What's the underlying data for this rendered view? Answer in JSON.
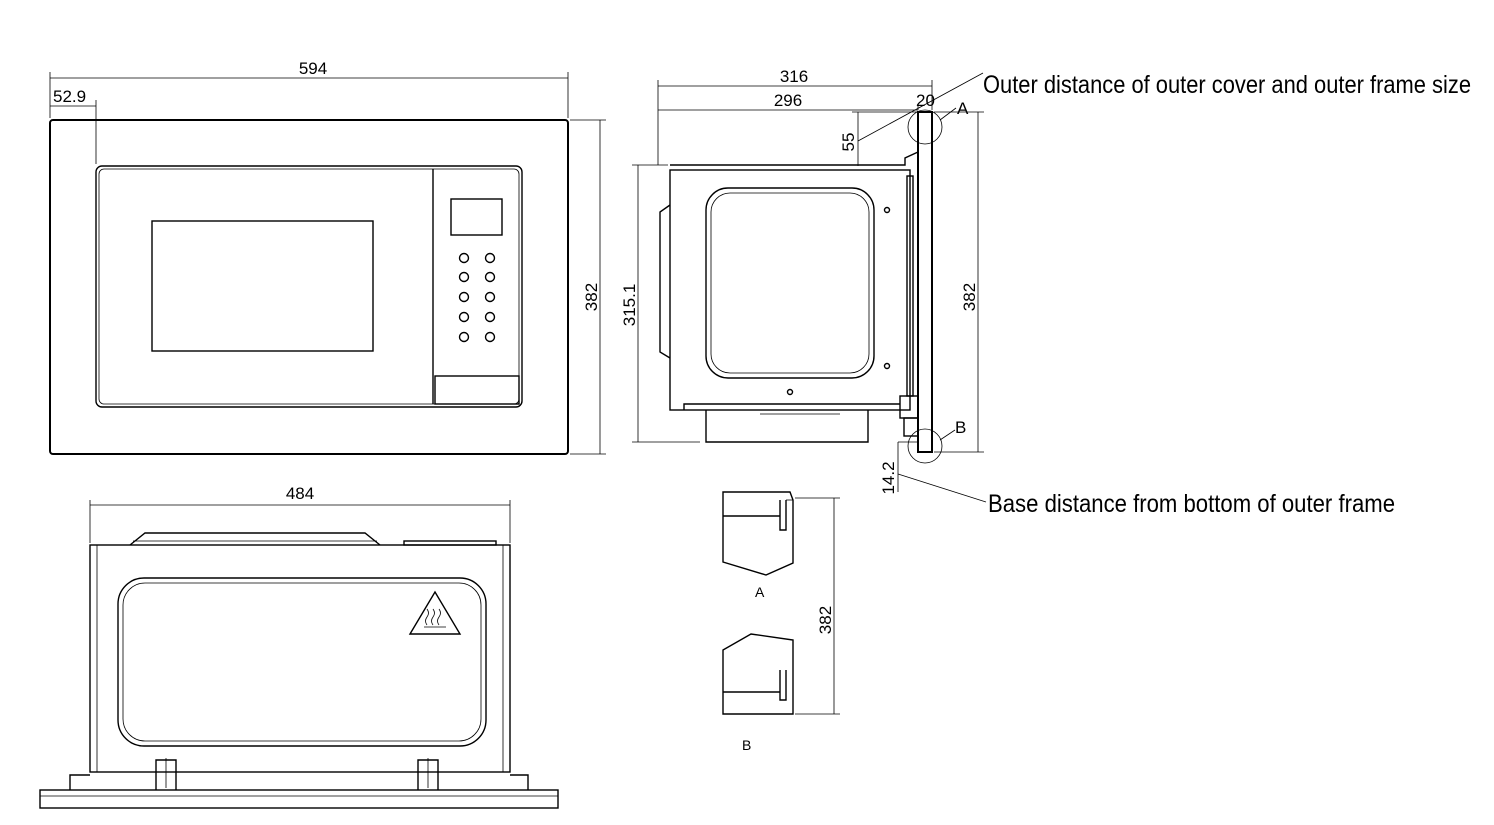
{
  "dimensions": {
    "front_width": "594",
    "front_offset": "52.9",
    "front_height": "382",
    "side_depth_total": "316",
    "side_depth_body": "296",
    "side_frame_thickness": "20",
    "side_top_gap": "55",
    "side_body_height": "315.1",
    "side_frame_height": "382",
    "side_base_gap": "14.2",
    "top_width": "484",
    "detail_height": "382"
  },
  "annotations": {
    "outer_distance": "Outer distance of outer cover and outer frame size",
    "base_distance": "Base distance from bottom of outer frame"
  },
  "callouts": {
    "a": "A",
    "b": "B",
    "detail_a": "A",
    "detail_b": "B"
  },
  "icons": {
    "hot_surface": "hot-surface-warning-icon"
  }
}
